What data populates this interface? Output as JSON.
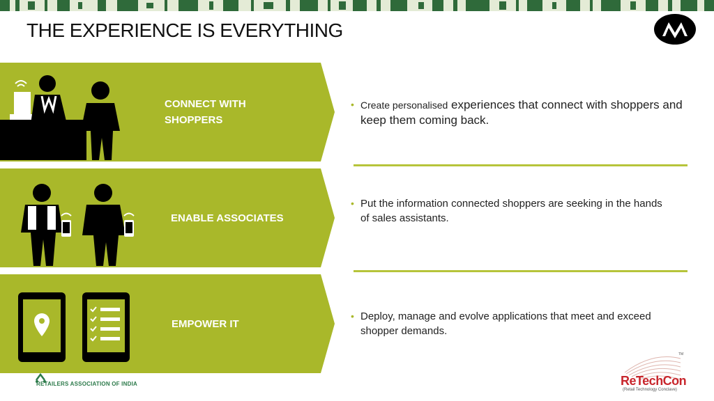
{
  "title": "THE EXPERIENCE IS EVERYTHING",
  "colors": {
    "accent": "#a9b82a",
    "panel": "#a9b82a",
    "divider": "#b6c43a",
    "brand_red": "#c8262c"
  },
  "rows": [
    {
      "label_line1": "CONNECT WITH",
      "label_line2": "SHOPPERS",
      "icon": "shopper-at-register-icon",
      "bullet_small": "Create personalised",
      "bullet_big": " experiences that connect with shoppers and keep them coming back."
    },
    {
      "label_line1": "ENABLE ASSOCIATES",
      "icon": "associates-with-phones-icon",
      "bullet_line1": "Put the information connected shoppers are seeking in the hands",
      "bullet_line2": "of sales assistants."
    },
    {
      "label_line1": "EMPOWER IT",
      "icon": "mobile-devices-icon",
      "bullet_line1": "Deploy, manage and evolve applications that meet and exceed shopper demands."
    }
  ],
  "footer": {
    "rai_text": "RETAILERS ASSOCIATION OF INDIA",
    "rai_logo_partial": "rai",
    "retech_name": "ReTechCon",
    "retech_sub": "(Retail Technology Conclave)",
    "tm": "TM"
  },
  "brand_logo": "motorola-logo-icon"
}
